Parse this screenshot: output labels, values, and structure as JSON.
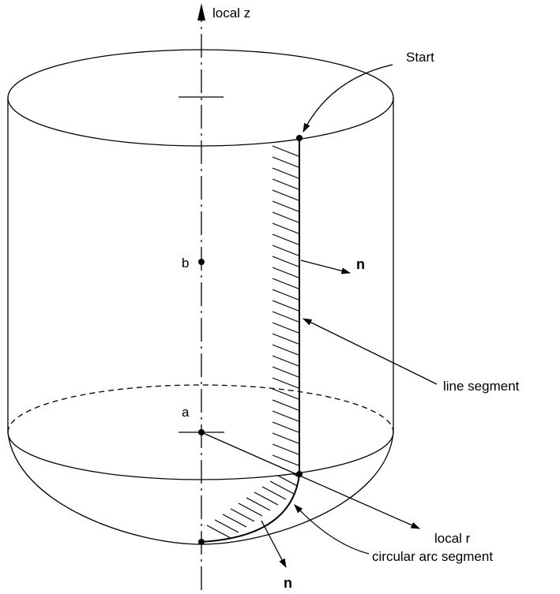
{
  "labels": {
    "local_z": "local z",
    "start": "Start",
    "b": "b",
    "n_right": "n",
    "line_segment": "line segment",
    "a": "a",
    "local_r": "local r",
    "circular_arc_segment": "circular arc segment",
    "n_bottom": "n"
  }
}
